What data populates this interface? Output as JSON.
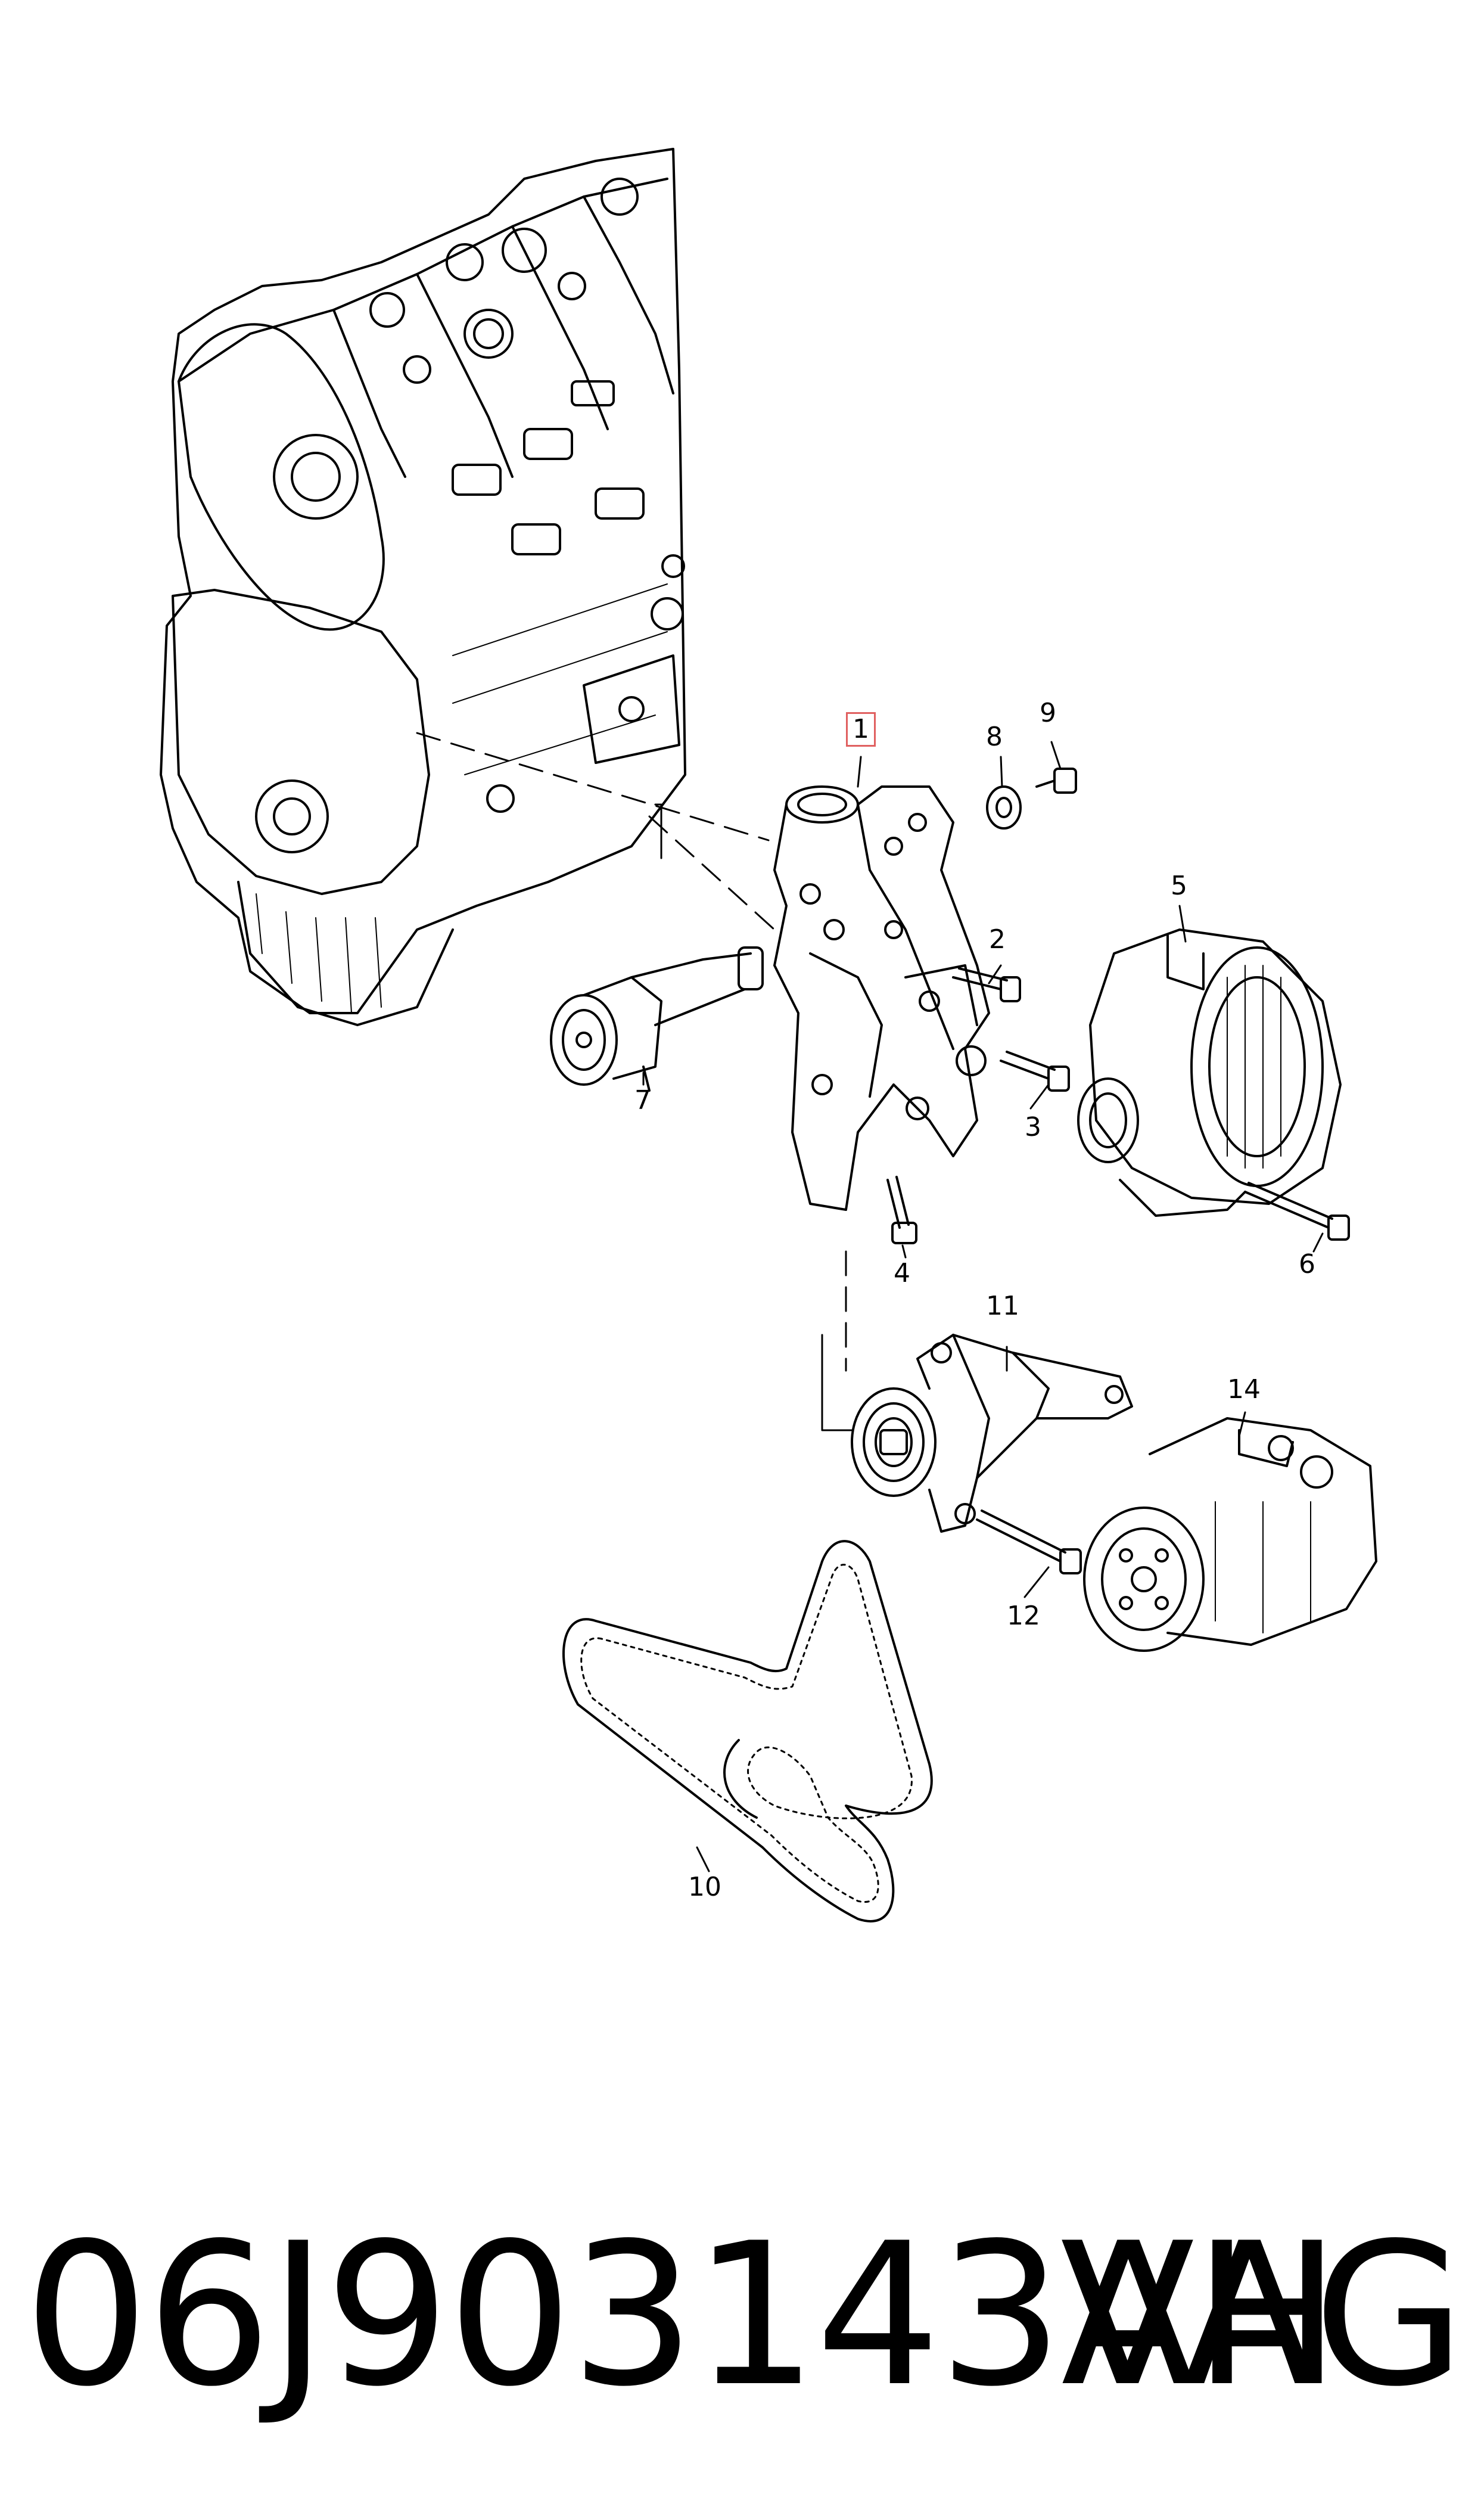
{
  "diagram": {
    "callouts": {
      "c1": "1",
      "c2": "2",
      "c3": "3",
      "c4": "4",
      "c5": "5",
      "c6": "6",
      "c7": "7",
      "c8": "8",
      "c9": "9",
      "c10": "10",
      "c11": "11",
      "c12": "12",
      "c14": "14"
    },
    "highlight_color": "#e06060"
  },
  "caption": {
    "part_number": "06J903143AH",
    "brand": "VAG"
  }
}
